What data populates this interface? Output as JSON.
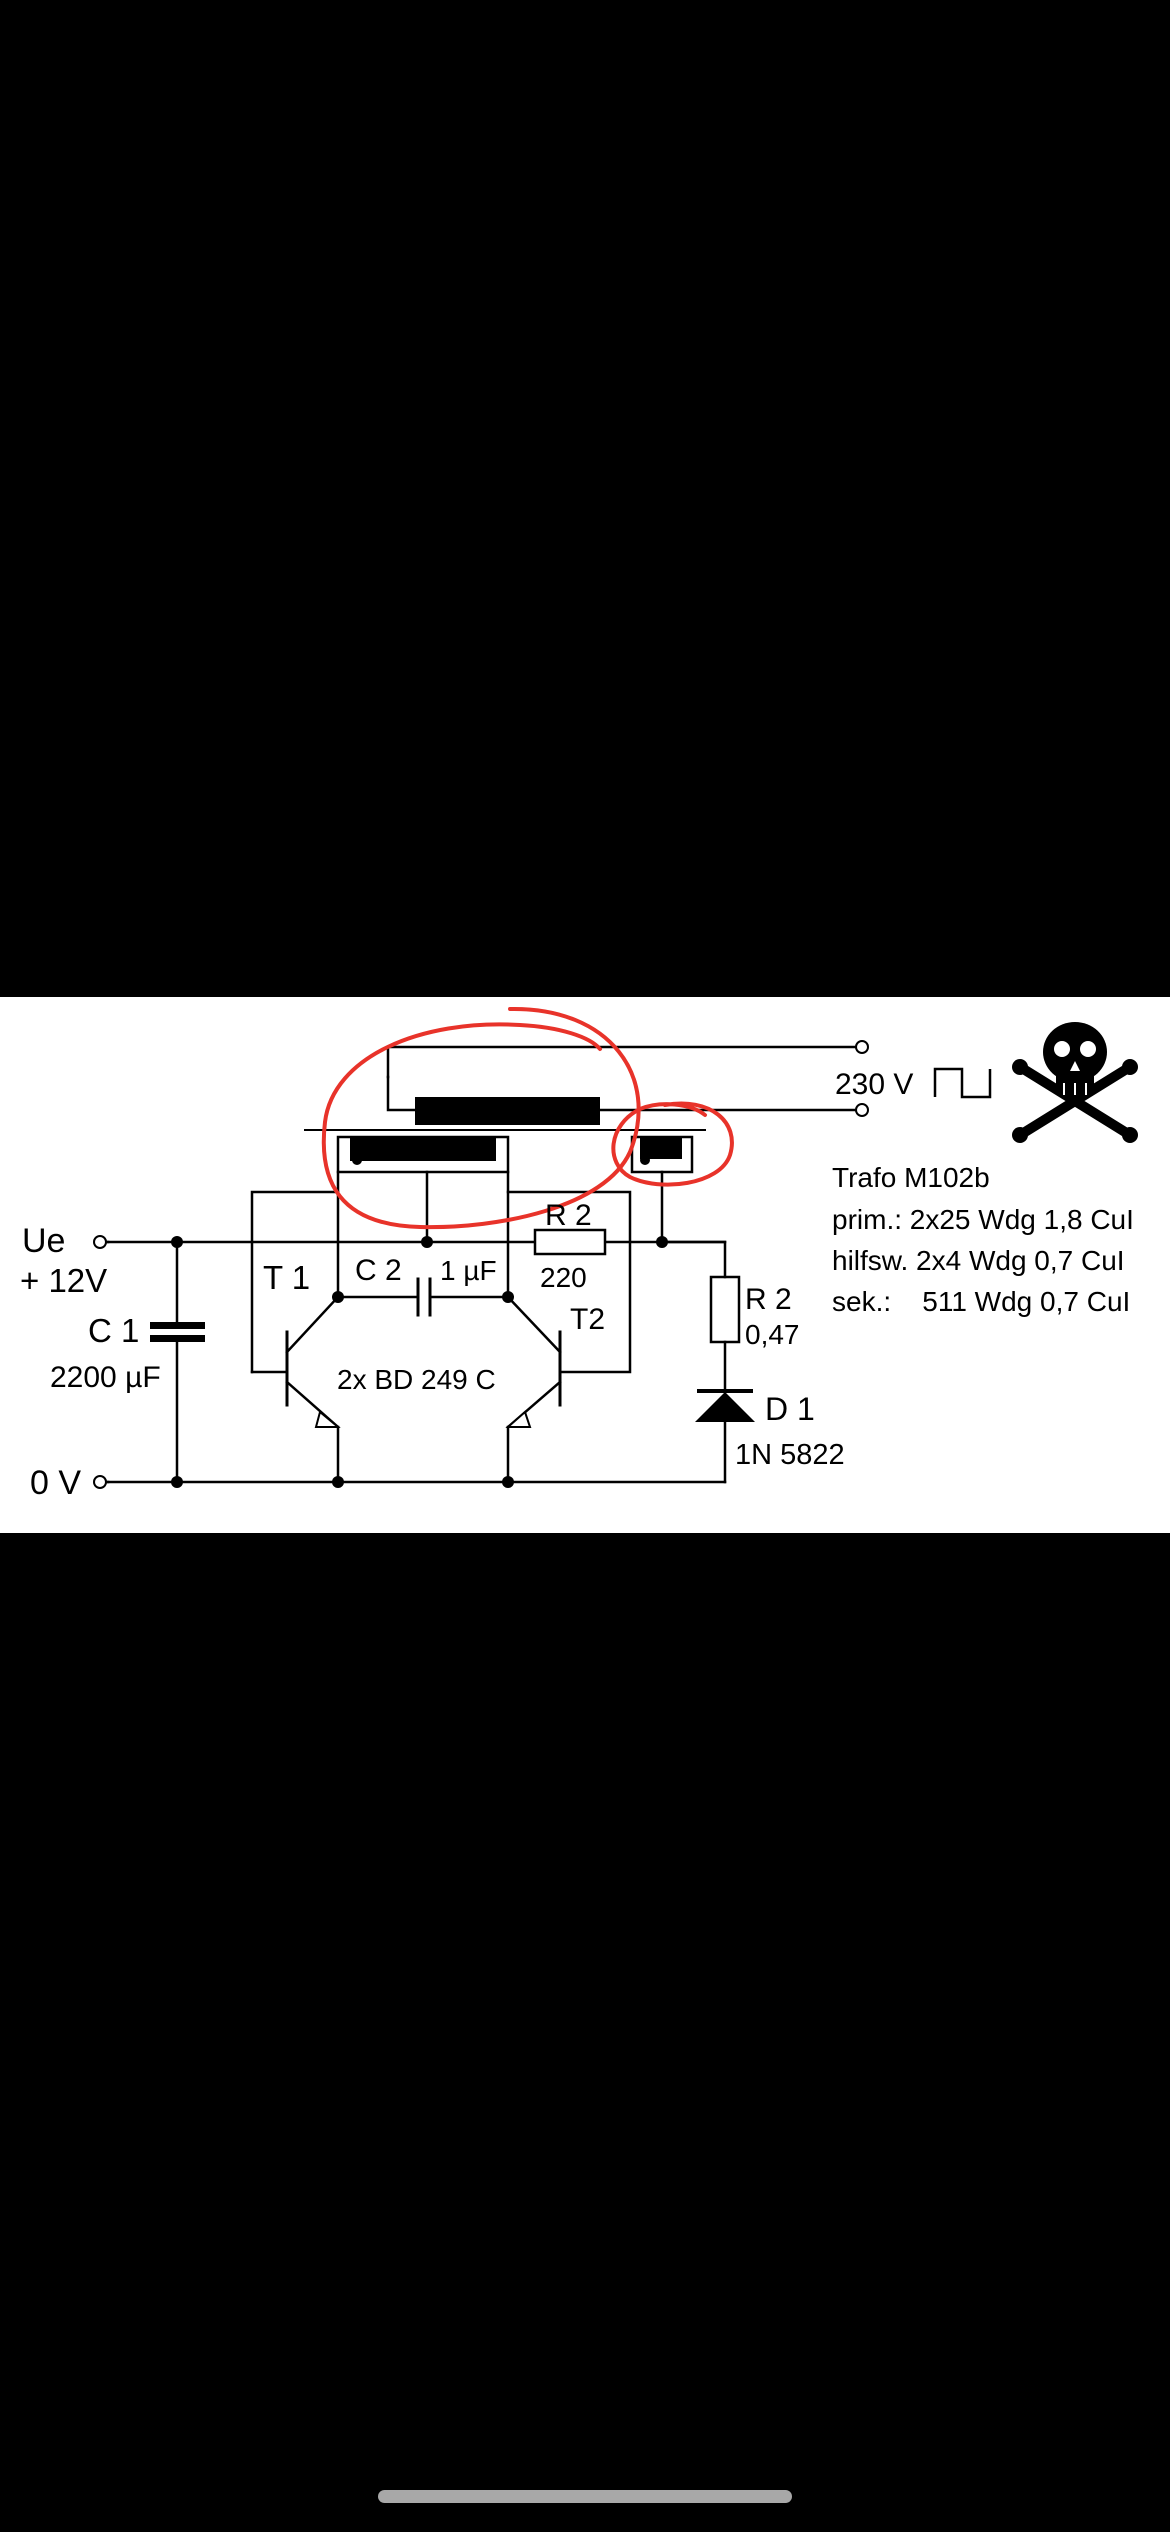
{
  "diagram": {
    "labels": {
      "ue": "Ue",
      "plus_12v": "+ 12V",
      "zero_v": "0 V",
      "c1": "C 1",
      "c1_value": "2200 µF",
      "t1": "T 1",
      "t2": "T2",
      "c2": "C 2",
      "c2_value": "1 µF",
      "r2_top": "R 2",
      "r2_top_value": "220",
      "r2_right": "R 2",
      "r2_right_value": "0,47",
      "transistors": "2x BD 249 C",
      "d1": "D 1",
      "d1_value": "1N 5822",
      "output_voltage": "230 V"
    },
    "notes": [
      "Trafo M102b",
      "prim.: 2x25 Wdg 1,8 CuI",
      "hilfsw. 2x4 Wdg 0,7 CuI",
      "sek.:    511 Wdg 0,7 CuI"
    ],
    "annotation_color": "#e8332a",
    "icons": [
      "skull-crossbones-icon",
      "square-wave-icon"
    ]
  }
}
